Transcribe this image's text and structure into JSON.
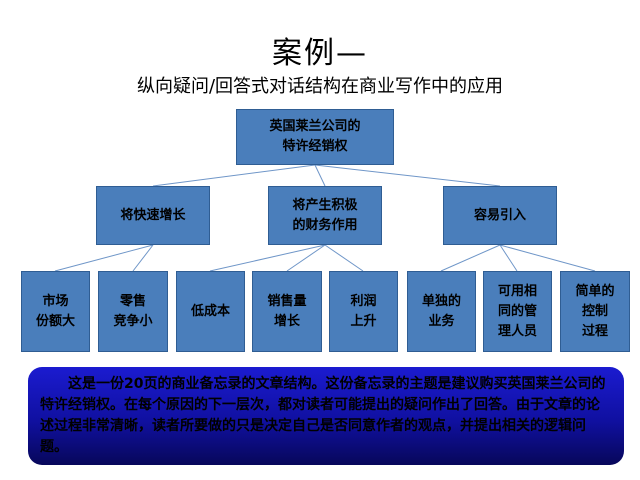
{
  "slide": {
    "title": "案例—",
    "subtitle": "纵向疑问/回答式对话结构在商业写作中的应用"
  },
  "tree": {
    "root": "英国莱兰公司的\n特许经销权",
    "level1": [
      {
        "label": "将快速增长"
      },
      {
        "label": "将产生积极\n的财务作用"
      },
      {
        "label": "容易引入"
      }
    ],
    "level2": [
      {
        "label": "市场\n份额大",
        "parent": 0
      },
      {
        "label": "零售\n竞争小",
        "parent": 0
      },
      {
        "label": "低成本",
        "parent": 1
      },
      {
        "label": "销售量\n增长",
        "parent": 1
      },
      {
        "label": "利润\n上升",
        "parent": 1
      },
      {
        "label": "单独的\n业务",
        "parent": 2
      },
      {
        "label": "可用相\n同的管\n理人员",
        "parent": 2
      },
      {
        "label": "简单的\n控制\n过程",
        "parent": 2
      }
    ]
  },
  "note": {
    "text": "这是一份20页的商业备忘录的文章结构。这份备忘录的主题是建议购买英国莱兰公司的特许经销权。在每个原因的下一层次，都对读者可能提出的疑问作出了回答。由于文章的论述过程非常清晰，读者所要做的只是决定自己是否同意作者的观点，并提出相关的逻辑问题。"
  },
  "colors": {
    "box_fill": "#4a7ebb",
    "box_border": "#2f5d93",
    "connector": "#6f96c8",
    "note_fill": "#1515b8"
  }
}
